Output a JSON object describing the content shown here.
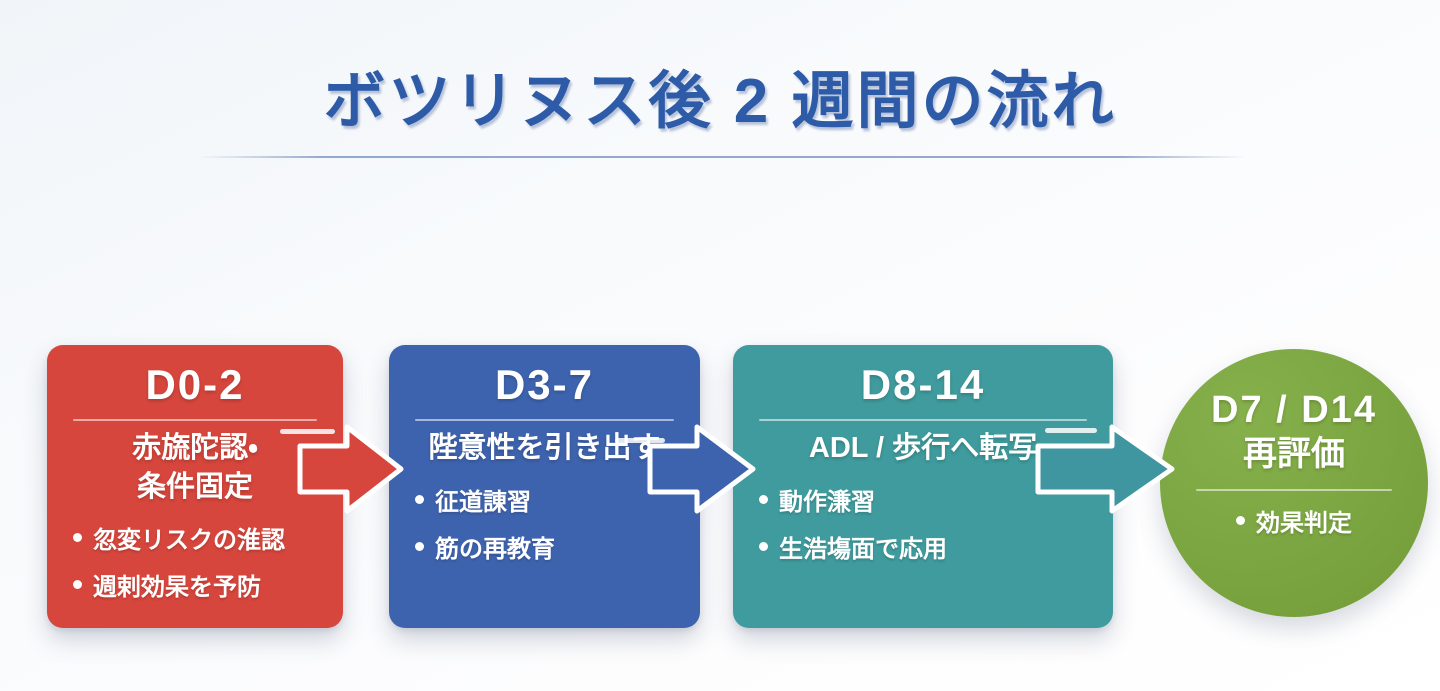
{
  "page": {
    "title": "ボツリヌス後 2 週間の流れ",
    "title_color": "#2e5ba8",
    "background": "#f8fafc"
  },
  "stages": [
    {
      "id": "phase-d0-2",
      "shape": "rounded-box",
      "color": "#d6463c",
      "header": "D0-2",
      "subtitle_lines": [
        "赤旒陀認・",
        "条件固定"
      ],
      "bullets": [
        "忽変リスクの淮認",
        "週剌効杲を予防"
      ]
    },
    {
      "id": "phase-d3-7",
      "shape": "rounded-box",
      "color": "#3e63ae",
      "header": "D3-7",
      "subtitle_lines": [
        "陛意性を引き出す"
      ],
      "bullets": [
        "征道諌習",
        "筋の再教育"
      ]
    },
    {
      "id": "phase-d8-14",
      "shape": "rounded-box",
      "color": "#3f9b9d",
      "header": "D8-14",
      "subtitle_lines": [
        "ADL / 歩行へ転写"
      ],
      "bullets": [
        "動作溓習",
        "生浩塲面で応用"
      ]
    },
    {
      "id": "phase-d7-d14-review",
      "shape": "circle",
      "color": "#7ba540",
      "header": "D7 / D14",
      "subtitle_lines": [
        "再評価"
      ],
      "bullets": [
        "効杲判定"
      ]
    }
  ],
  "arrows": [
    {
      "id": "arrow-d0-to-d3",
      "color": "#d6463c"
    },
    {
      "id": "arrow-d3-to-d8",
      "color": "#3e63ae"
    },
    {
      "id": "arrow-d8-to-eval",
      "color": "#3f96a1"
    }
  ]
}
